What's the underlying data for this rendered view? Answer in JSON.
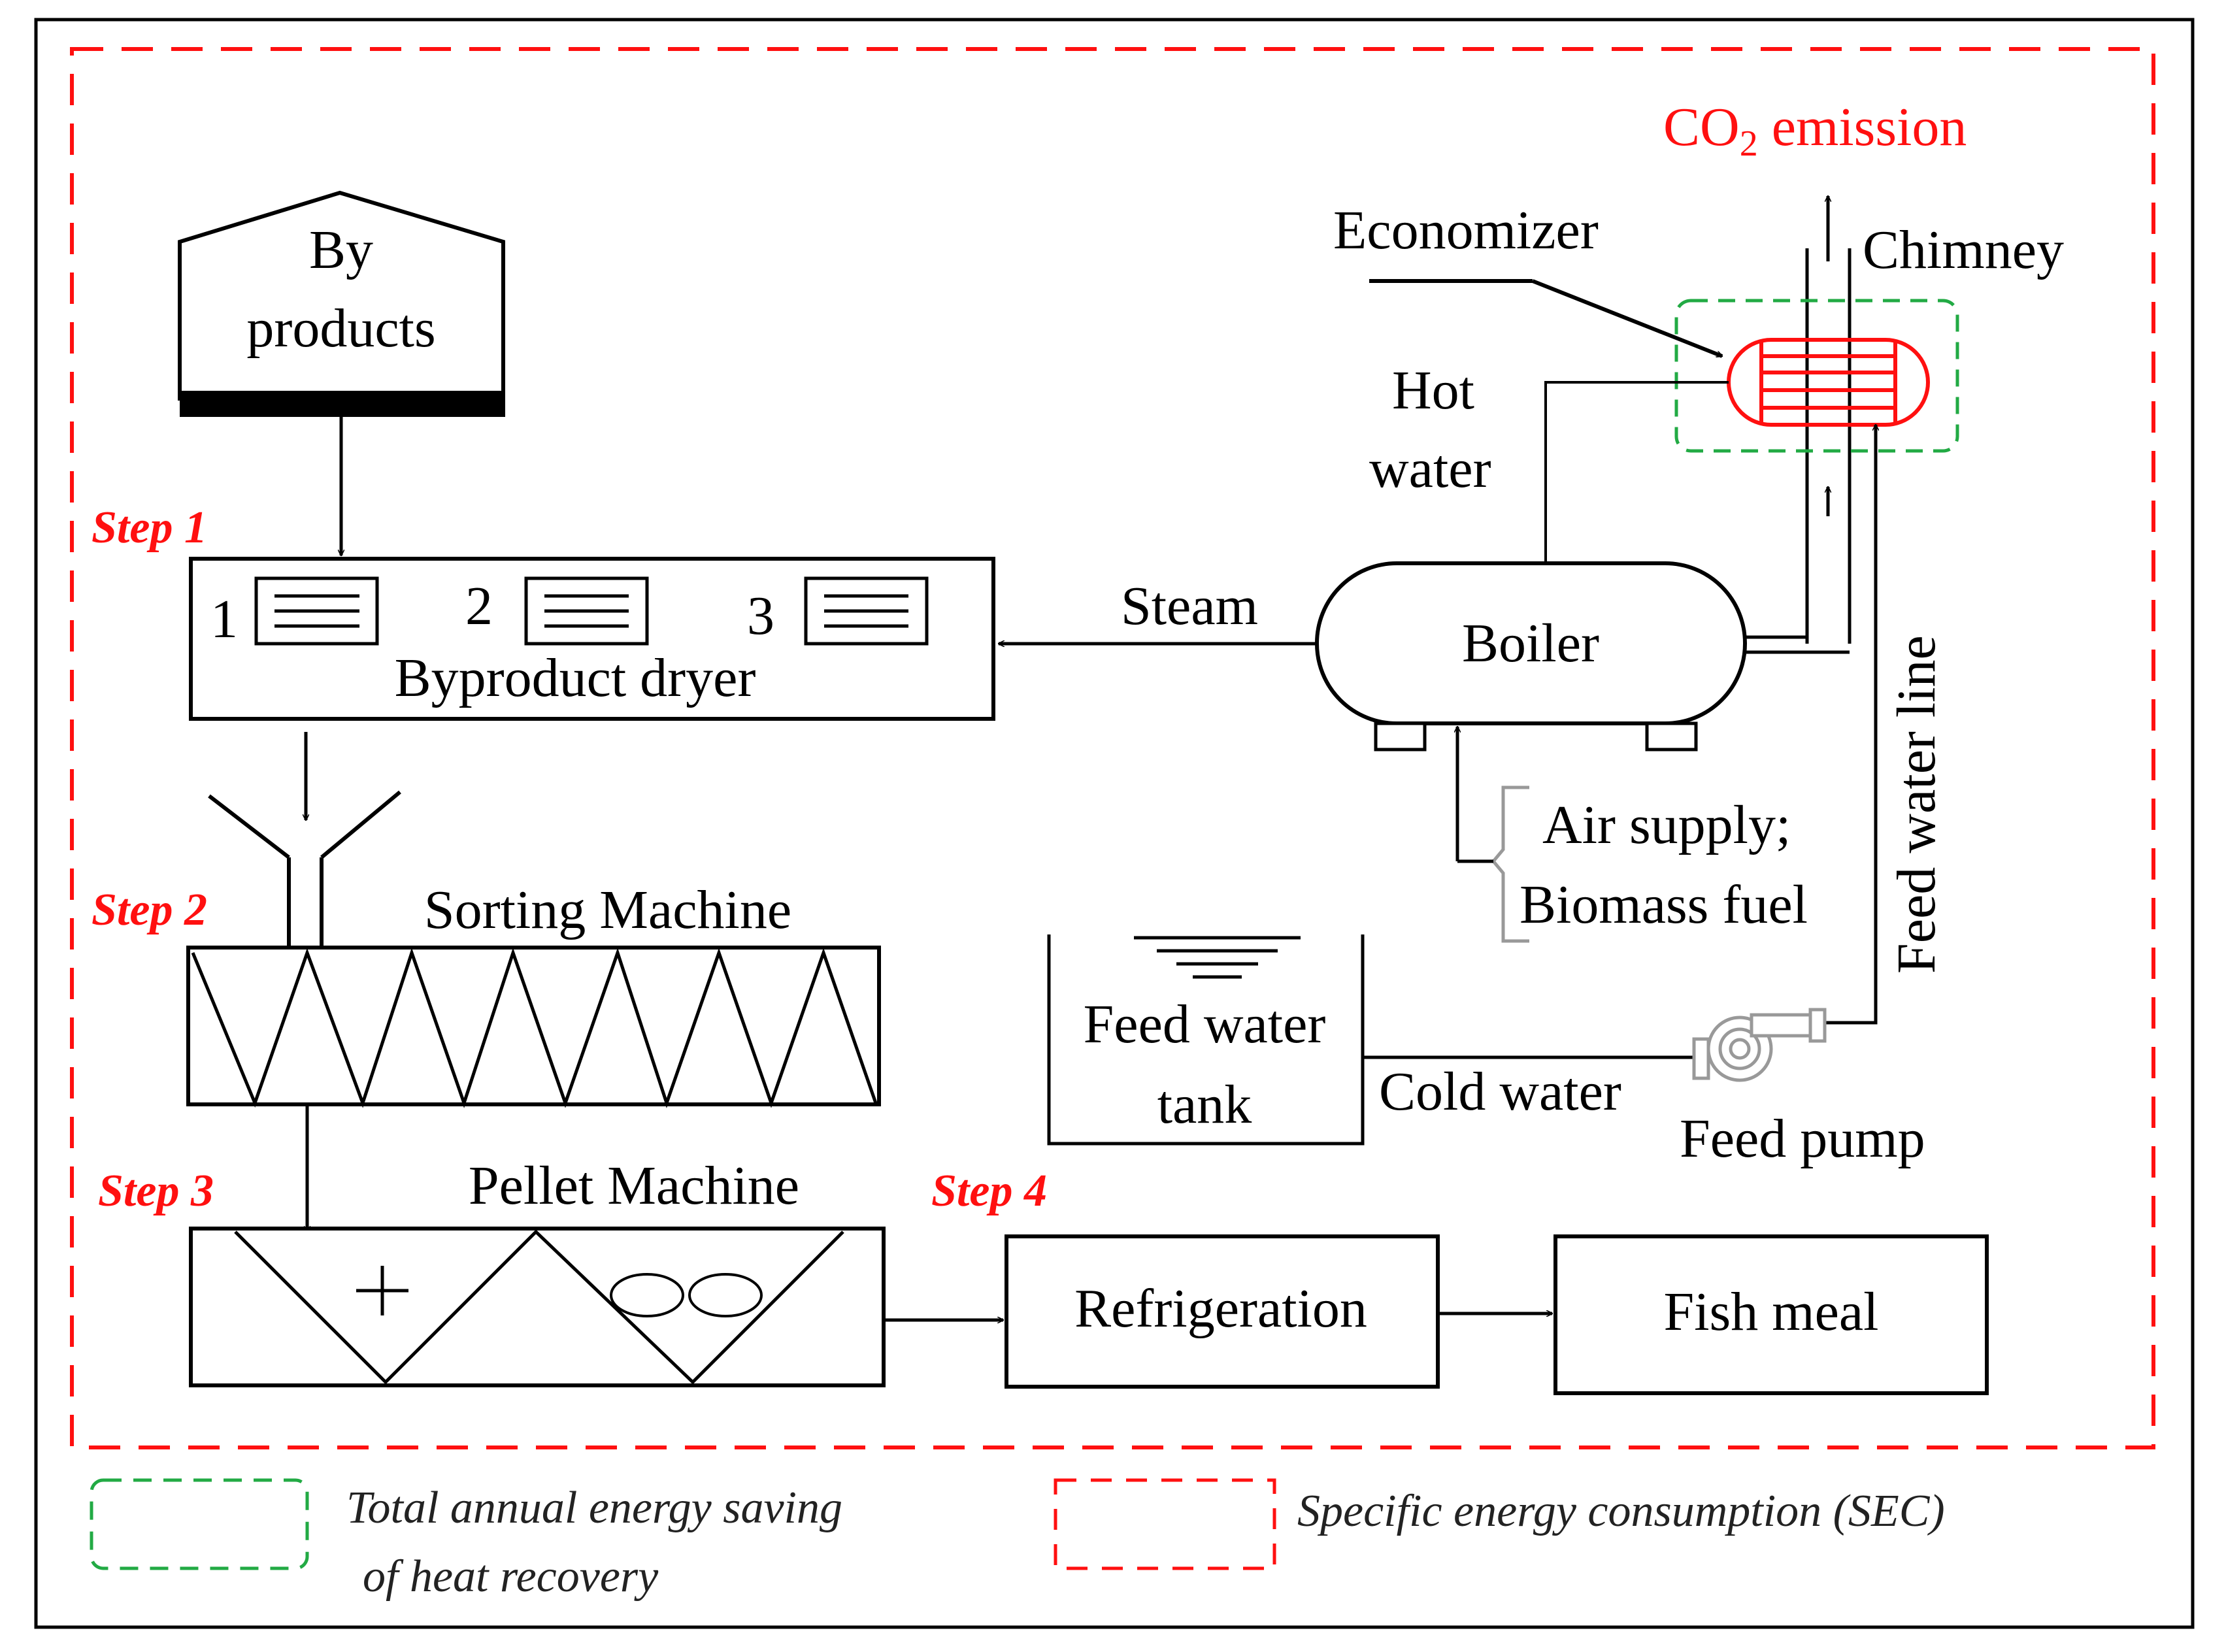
{
  "labels": {
    "co2_main": "CO",
    "co2_sub": "2",
    "co2_rest": " emission",
    "economizer": "Economizer",
    "chimney": "Chimney",
    "hot_water_1": "Hot",
    "hot_water_2": "water",
    "by_products_1": "By",
    "by_products_2": "products",
    "step1": "Step 1",
    "step2": "Step 2",
    "step3": "Step 3",
    "step4": "Step 4",
    "tray1": "1",
    "tray2": "2",
    "tray3": "3",
    "byproduct_dryer": "Byproduct dryer",
    "steam": "Steam",
    "boiler": "Boiler",
    "air_supply": "Air supply;",
    "biomass_fuel": "Biomass fuel",
    "feed_water_line": "Feed water line",
    "sorting_machine": "Sorting Machine",
    "feed_water_tank_1": "Feed water",
    "feed_water_tank_2": "tank",
    "cold_water": "Cold water",
    "feed_pump": "Feed pump",
    "pellet_machine": "Pellet Machine",
    "refrigeration": "Refrigeration",
    "fish_meal": "Fish meal"
  },
  "legend": {
    "green_line1": "Total annual energy saving",
    "green_line2": "of heat recovery",
    "red_line": "Specific energy consumption (SEC)"
  },
  "colors": {
    "red": "#ff1010",
    "green": "#22aa44",
    "black": "#000000"
  }
}
